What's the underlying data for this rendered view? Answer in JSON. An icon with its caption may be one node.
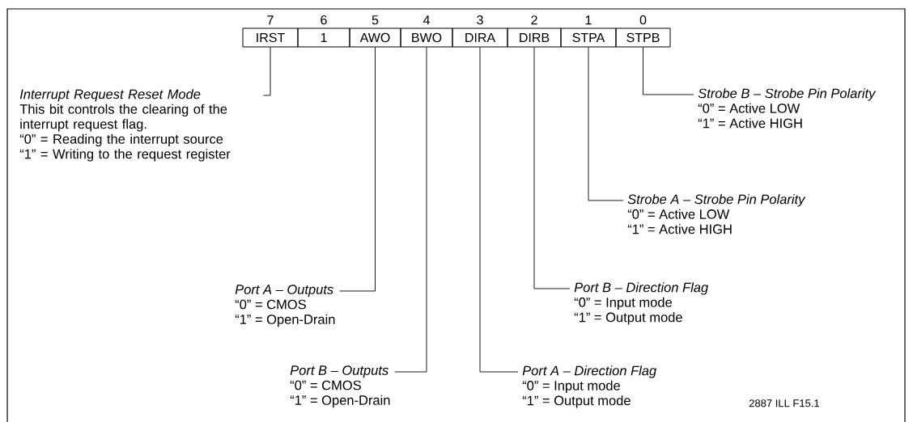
{
  "diagram": {
    "nodes": [
      {
        "text": [
          "IRST"
        ],
        "beside": [
          "7"
        ]
      },
      {
        "text": [
          "1"
        ],
        "beside": [
          "6"
        ]
      },
      {
        "text": [
          "AWO"
        ],
        "beside": [
          "5"
        ]
      },
      {
        "text": [
          "BWO"
        ],
        "beside": [
          "4"
        ]
      },
      {
        "text": [
          "DIRA"
        ],
        "beside": [
          "3"
        ]
      },
      {
        "text": [
          "DIRB"
        ],
        "beside": [
          "2"
        ]
      },
      {
        "text": [
          "STPA"
        ],
        "beside": [
          "1"
        ]
      },
      {
        "text": [
          "STPB"
        ],
        "beside": [
          "0"
        ]
      },
      {
        "text": [
          "Interrupt Request Reset Mode",
          "This bit controls the clearing of the interrupt request flag.",
          "“0”  = Reading the interrupt source",
          "“1” = Writing to the request register"
        ]
      },
      {
        "text": [
          "Strobe B – Strobe Pin Polarity",
          "“0”  = Active LOW",
          "“1” = Active HIGH"
        ]
      },
      {
        "text": [
          "Strobe A – Strobe Pin Polarity",
          "“0”  = Active LOW",
          "“1” = Active HIGH"
        ]
      },
      {
        "text": [
          "Port A – Outputs",
          "“0”  = CMOS",
          "“1” = Open-Drain"
        ]
      },
      {
        "text": [
          "Port B – Direction Flag",
          "“0”  = Input mode",
          "“1” = Output mode"
        ]
      },
      {
        "text": [
          "Port B – Outputs",
          "“0”  = CMOS",
          "“1” = Open-Drain"
        ]
      },
      {
        "text": [
          "Port A – Direction Flag",
          "“0”  = Input mode",
          "“1” = Output mode"
        ]
      }
    ],
    "edges": [
      {
        "from": 8,
        "to": 0,
        "arrow": "none"
      },
      {
        "from": 9,
        "to": 7,
        "arrow": "none"
      },
      {
        "from": 10,
        "to": 6,
        "arrow": "none"
      },
      {
        "from": 11,
        "to": 2,
        "arrow": "none"
      },
      {
        "from": 12,
        "to": 5,
        "arrow": "none"
      },
      {
        "from": 13,
        "to": 3,
        "arrow": "none"
      },
      {
        "from": 14,
        "to": 4,
        "arrow": "none"
      }
    ],
    "labels": [
      "2887 ILL F15.1"
    ]
  }
}
